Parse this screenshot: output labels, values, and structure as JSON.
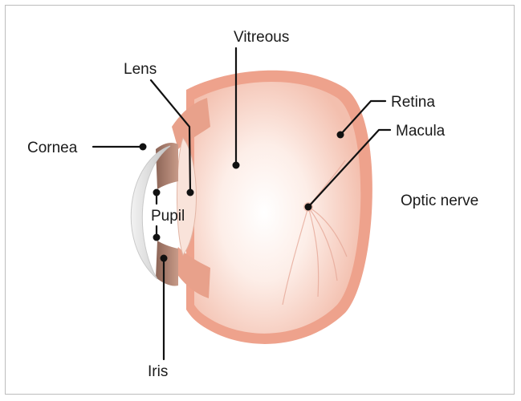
{
  "diagram": {
    "labels": {
      "vitreous": "Vitreous",
      "lens": "Lens",
      "retina": "Retina",
      "macula": "Macula",
      "cornea": "Cornea",
      "pupil": "Pupil",
      "optic_nerve": "Optic nerve",
      "iris": "Iris"
    },
    "colors": {
      "eyeball_wall": "#e9a08a",
      "eyeball_inner": "#f8d9cf",
      "vitreous_center": "#fff6f2",
      "iris": "#a8786a",
      "cornea": "#d9d9d9",
      "leader_line": "#111111"
    }
  }
}
